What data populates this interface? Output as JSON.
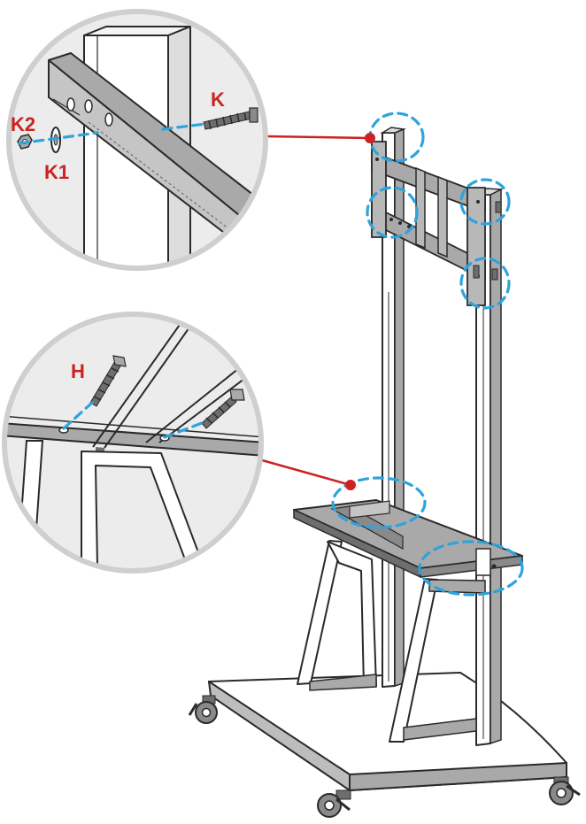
{
  "labels": {
    "k": "K",
    "k1": "K1",
    "k2": "K2",
    "h": "H"
  },
  "colors": {
    "callout_red": "#cc2222",
    "dash_blue": "#2ea3dd",
    "metal_gray": "#a9a9a9",
    "dark_gray": "#6e6e6e",
    "circle_bg": "#ececec",
    "circle_ring": "#cfcfcf",
    "outline": "#2a2a2a"
  }
}
